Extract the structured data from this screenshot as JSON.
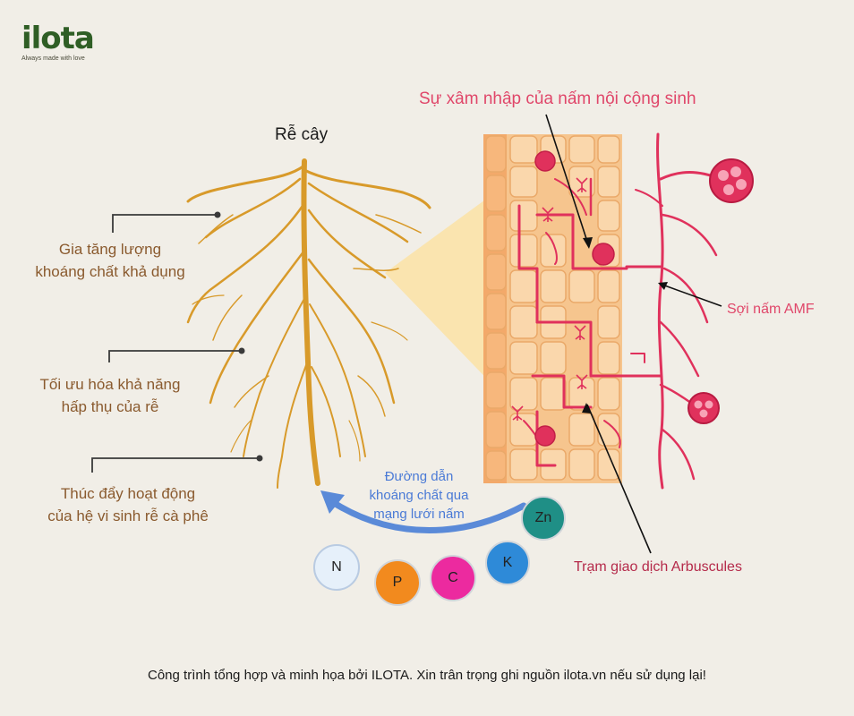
{
  "logo": {
    "word": "ilota",
    "tagline": "Always made with love"
  },
  "labels": {
    "root": "Rễ cây",
    "benefit1": [
      "Gia tăng lượng",
      "khoáng chất khả dụng"
    ],
    "benefit2": [
      "Tối ưu hóa khả năng",
      "hấp thụ của rễ"
    ],
    "benefit3": [
      "Thúc đẩy hoạt động",
      "của hệ vi sinh rễ cà phê"
    ],
    "endophyte": "Sự xâm nhập của nấm nội cộng sinh",
    "hyphae": "Sợi nấm AMF",
    "arbuscules": "Trạm giao dịch Arbuscules",
    "pathway": [
      "Đường dẫn",
      "khoáng chất qua",
      "mạng lưới nấm"
    ]
  },
  "nutrients": [
    {
      "symbol": "N",
      "color": "#e6f0fa"
    },
    {
      "symbol": "P",
      "color": "#f28a1e"
    },
    {
      "symbol": "C",
      "color": "#ec2a9f"
    },
    {
      "symbol": "K",
      "color": "#2e8ad8"
    },
    {
      "symbol": "Zn",
      "color": "#1f8f86"
    }
  ],
  "footer": "Công trình tổng hợp và minh họa bởi ILOTA. Xin trân trọng ghi nguồn ilota.vn nếu sử dụng lại!"
}
